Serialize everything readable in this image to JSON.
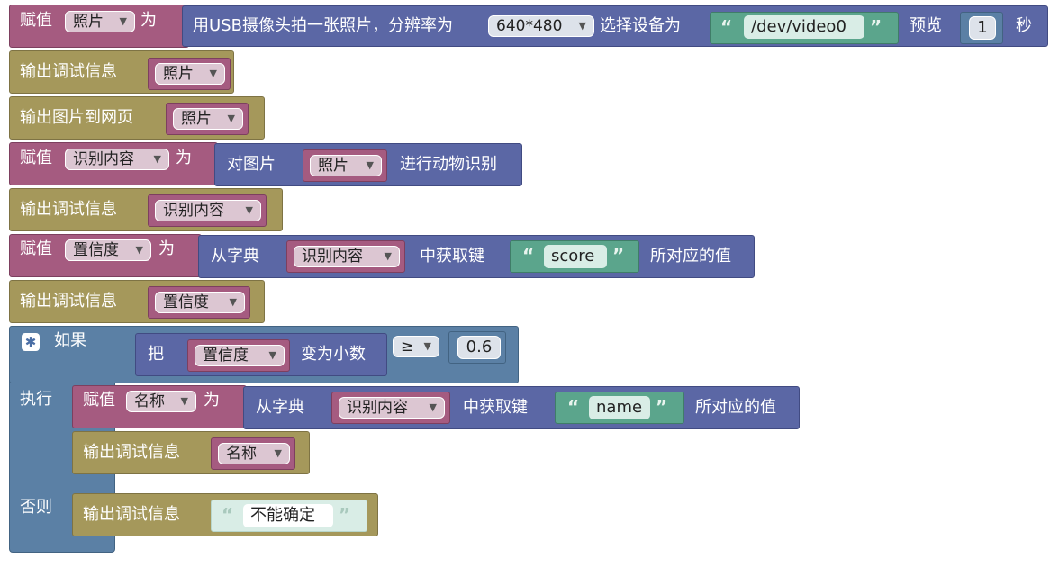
{
  "blocks": {
    "assign_label": "赋值",
    "to_label": "为",
    "debug_label": "输出调试信息",
    "web_label": "输出图片到网页",
    "if_label": "如果",
    "do_label": "执行",
    "else_label": "否则"
  },
  "capture": {
    "var": "照片",
    "text_pre": "用USB摄像头拍一张照片，分辨率为",
    "resolution": "640*480",
    "device_label": "选择设备为",
    "device": "/dev/video0",
    "preview_label": "预览",
    "preview_value": "1",
    "seconds_label": "秒"
  },
  "debug1": {
    "var": "照片"
  },
  "web": {
    "var": "照片"
  },
  "recognize": {
    "var": "识别内容",
    "text_pre": "对图片",
    "image_var": "照片",
    "text_post": "进行动物识别"
  },
  "debug2": {
    "var": "识别内容"
  },
  "dict1": {
    "var": "置信度",
    "from_label": "从字典",
    "dict_var": "识别内容",
    "key_label": "中获取键",
    "key": "score",
    "value_label": "所对应的值"
  },
  "debug3": {
    "var": "置信度"
  },
  "condition": {
    "pre": "把",
    "var": "置信度",
    "post": "变为小数",
    "op": "≥",
    "threshold": "0.6"
  },
  "dict2": {
    "var": "名称",
    "from_label": "从字典",
    "dict_var": "识别内容",
    "key_label": "中获取键",
    "key": "name",
    "value_label": "所对应的值"
  },
  "debug4": {
    "var": "名称"
  },
  "debug5": {
    "text": "不能确定"
  },
  "icons": {
    "gear": "gear-icon",
    "dropdown": "triangle-down-icon",
    "quote": "quote-icon"
  },
  "colors": {
    "variable": "#a55b80",
    "output": "#a5985b",
    "image": "#5b67a5",
    "control": "#5b80a5",
    "text": "#5ba58c"
  }
}
